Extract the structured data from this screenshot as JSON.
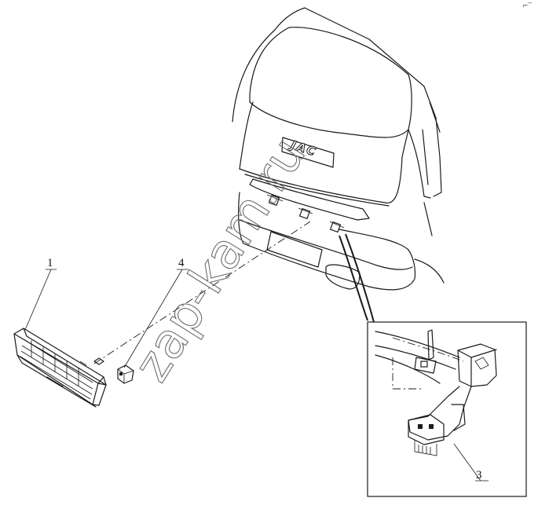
{
  "diagram": {
    "brand_logo": "JAC",
    "watermark": "zap-kam.ru",
    "corner_mark": "⌐‾",
    "callouts": [
      {
        "id": "1",
        "label": "1"
      },
      {
        "id": "2",
        "label": "3"
      },
      {
        "id": "3",
        "label": "4"
      }
    ]
  },
  "colors": {
    "line": "#1a1a1a",
    "watermark": "#6d6d6d",
    "background": "#ffffff"
  }
}
